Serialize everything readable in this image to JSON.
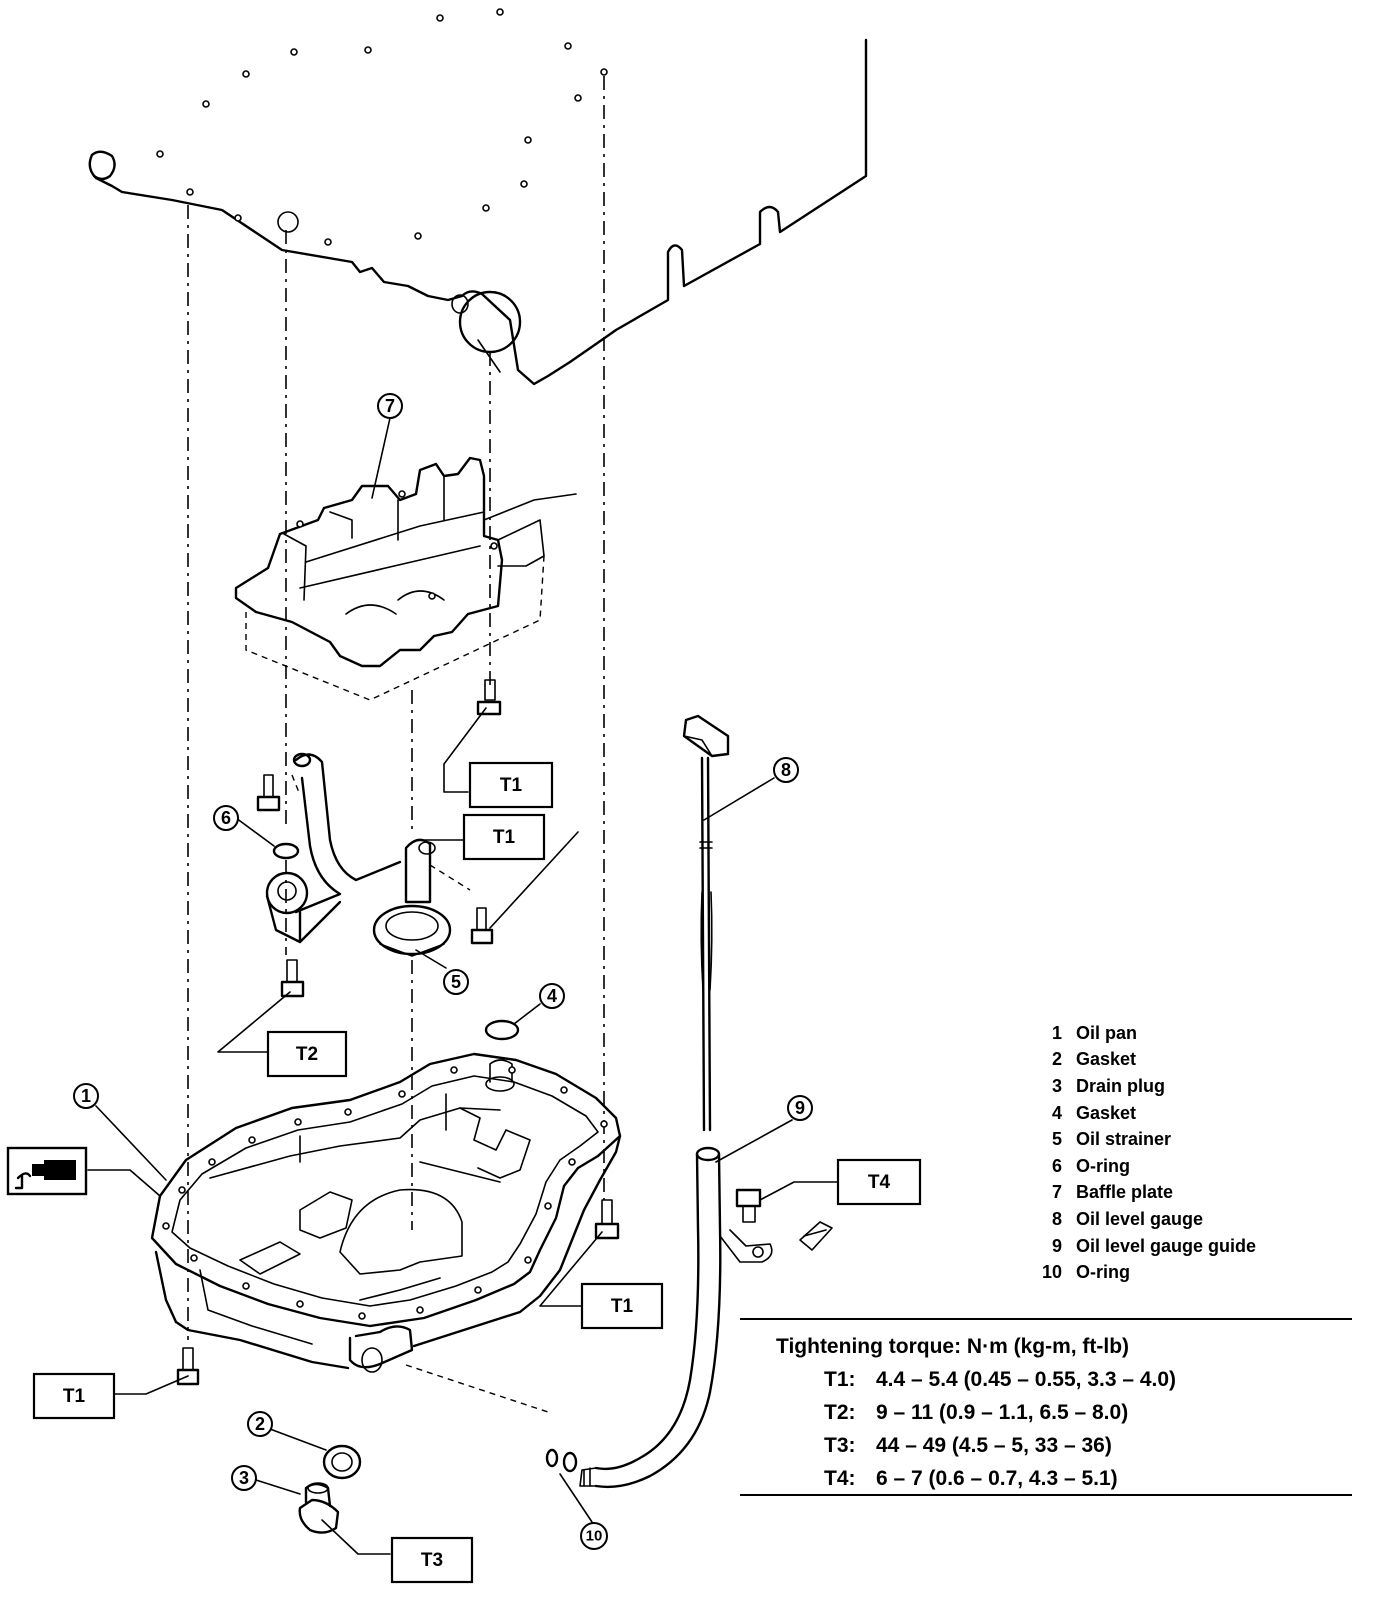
{
  "callouts": [
    "1",
    "2",
    "3",
    "4",
    "5",
    "6",
    "7",
    "8",
    "9",
    "10"
  ],
  "torque_boxes": {
    "t1_a": "T1",
    "t1_b": "T1",
    "t1_c": "T1",
    "t1_d": "T1",
    "t2": "T2",
    "t3": "T3",
    "t4": "T4"
  },
  "legend": [
    {
      "num": "1",
      "name": "Oil pan"
    },
    {
      "num": "2",
      "name": "Gasket"
    },
    {
      "num": "3",
      "name": "Drain plug"
    },
    {
      "num": "4",
      "name": "Gasket"
    },
    {
      "num": "5",
      "name": "Oil strainer"
    },
    {
      "num": "6",
      "name": "O-ring"
    },
    {
      "num": "7",
      "name": "Baffle plate"
    },
    {
      "num": "8",
      "name": "Oil level gauge"
    },
    {
      "num": "9",
      "name": "Oil level gauge guide"
    },
    {
      "num": "10",
      "name": "O-ring"
    }
  ],
  "torque": {
    "title": "Tightening torque:  N·m (kg-m, ft-lb)",
    "specs": [
      {
        "key": "T1:",
        "value": "4.4 – 5.4 (0.45 – 0.55, 3.3 – 4.0)"
      },
      {
        "key": "T2:",
        "value": "9 – 11 (0.9 – 1.1, 6.5 – 8.0)"
      },
      {
        "key": "T3:",
        "value": "44 – 49 (4.5 – 5, 33 – 36)"
      },
      {
        "key": "T4:",
        "value": "6 – 7 (0.6 – 0.7, 4.3 – 5.1)"
      }
    ]
  }
}
